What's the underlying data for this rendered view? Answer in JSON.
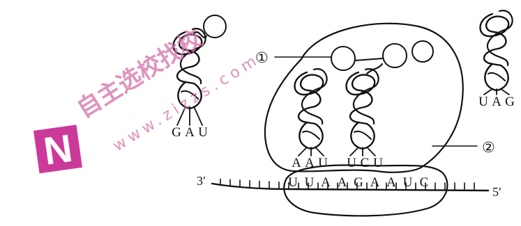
{
  "diagram": {
    "labels": {
      "marker_1": "①",
      "marker_2": "②",
      "mrna_3prime": "3′",
      "mrna_5prime": "5′"
    },
    "trna": [
      {
        "id": "trna-left-free",
        "anticodon": [
          "G",
          "A",
          "U"
        ]
      },
      {
        "id": "trna-ribosome-1",
        "anticodon": [
          "A",
          "A",
          "U"
        ]
      },
      {
        "id": "trna-ribosome-2",
        "anticodon": [
          "U",
          "C",
          "U"
        ]
      },
      {
        "id": "trna-right-free",
        "anticodon": [
          "U",
          "A",
          "G"
        ]
      }
    ],
    "mrna_bases": [
      "U",
      "U",
      "A",
      "A",
      "G",
      "A",
      "A",
      "U",
      "C"
    ]
  },
  "watermark": {
    "text_cn": "自主选校找校",
    "text_url": "www.zizzs.com",
    "logo_letter": "N",
    "logo_color": "#c2188a"
  }
}
